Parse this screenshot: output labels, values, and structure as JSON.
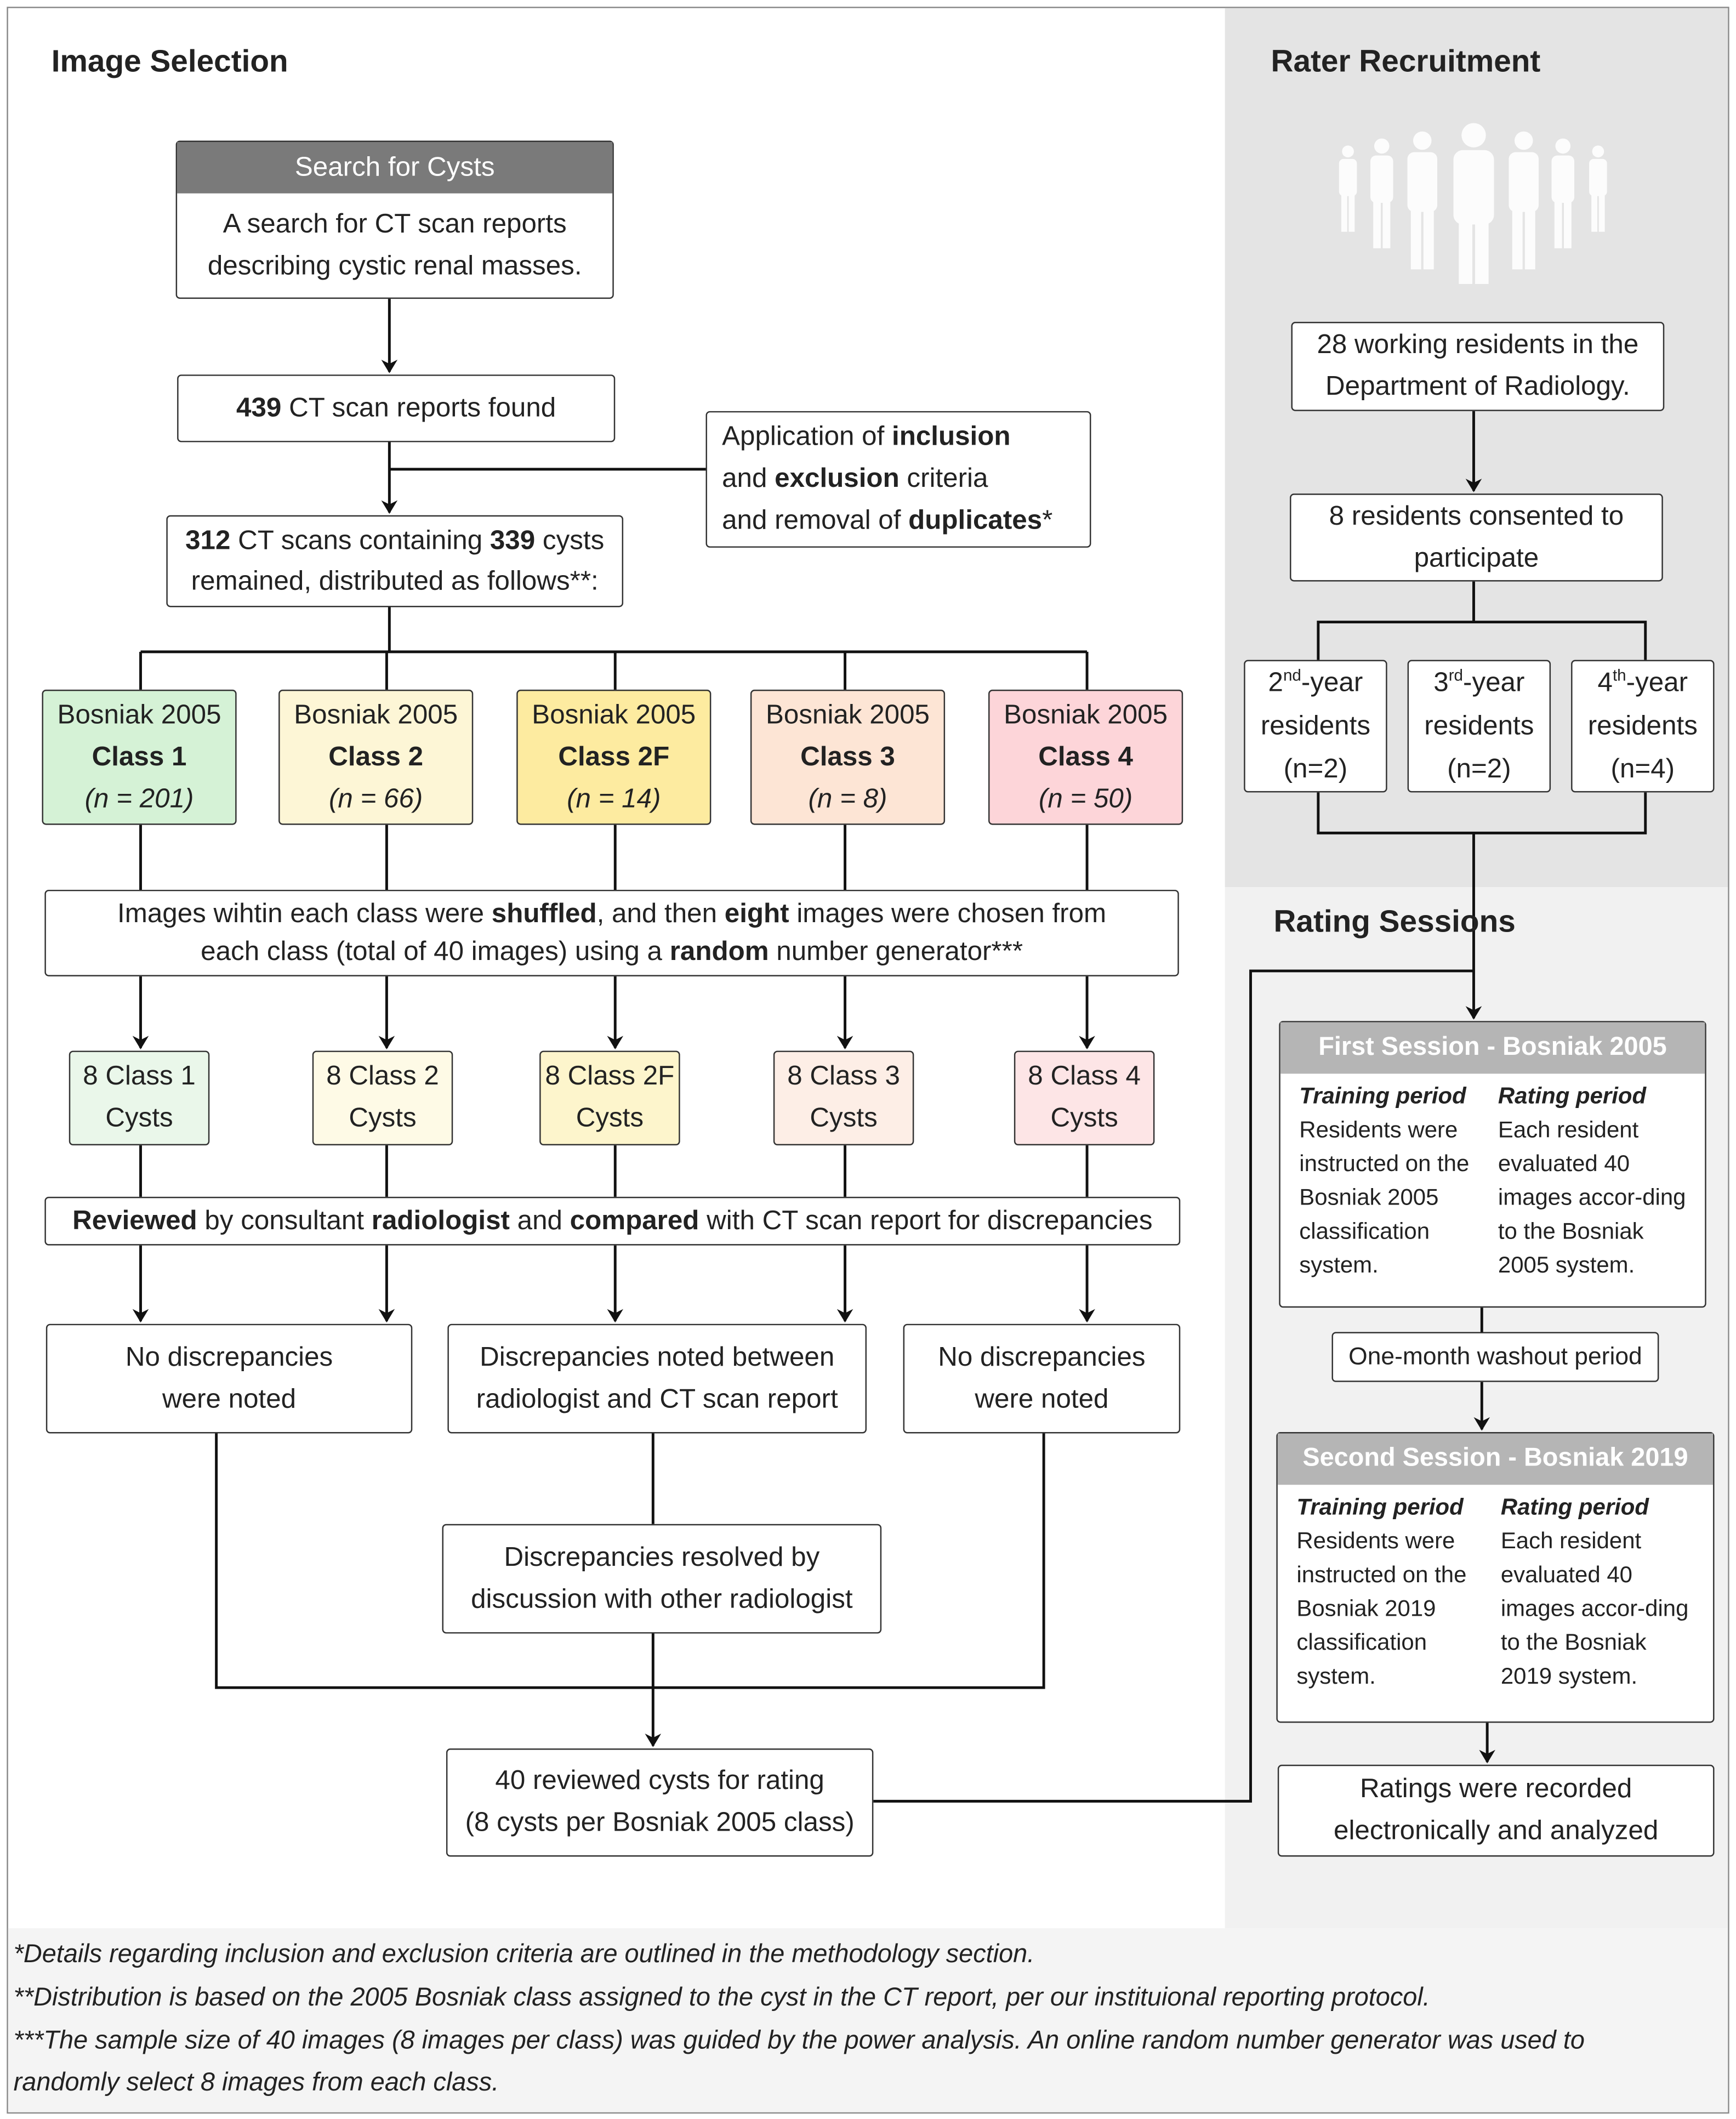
{
  "image_selection": {
    "title": "Image Selection",
    "search": {
      "header": "Search for Cysts",
      "text1": "A search for CT scan reports",
      "text2": "describing cystic renal masses."
    },
    "found": {
      "num": "439",
      "text": " CT scan reports found"
    },
    "criteria": {
      "l1a": "Application of ",
      "l1b": "inclusion",
      "l2a": "and ",
      "l2b": "exclusion",
      "l2c": " criteria",
      "l3a": "and removal of ",
      "l3b": "duplicates",
      "l3c": "*"
    },
    "remained": {
      "n1": "312",
      "t1": " CT scans containing ",
      "n2": "339",
      "t2": " cysts",
      "l2": "remained, distributed as follows**:"
    },
    "classes": [
      {
        "line1": "Bosniak 2005",
        "line2": "Class 1",
        "line3": "(n = 201)",
        "color": "#d5f2d6"
      },
      {
        "line1": "Bosniak 2005",
        "line2": "Class 2",
        "line3": "(n = 66)",
        "color": "#fdf6d6"
      },
      {
        "line1": "Bosniak 2005",
        "line2": "Class 2F",
        "line3": "(n = 14)",
        "color": "#fdeba0"
      },
      {
        "line1": "Bosniak 2005",
        "line2": "Class 3",
        "line3": "(n = 8)",
        "color": "#fde5d5"
      },
      {
        "line1": "Bosniak 2005",
        "line2": "Class 4",
        "line3": "(n = 50)",
        "color": "#fdd5d9"
      }
    ],
    "shuffle": {
      "a": "Images wihtin each class were ",
      "b": "shuffled",
      "c": ", and then ",
      "d": "eight",
      "e": " images were chosen from",
      "f": "each class (total of 40 images) using a ",
      "g": "random",
      "h": " number generator***"
    },
    "selected": [
      {
        "line1": "8 Class 1",
        "line2": "Cysts",
        "color": "#eaf7ea"
      },
      {
        "line1": "8 Class 2",
        "line2": "Cysts",
        "color": "#fefae6"
      },
      {
        "line1": "8 Class 2F",
        "line2": "Cysts",
        "color": "#fdf5cc"
      },
      {
        "line1": "8 Class 3",
        "line2": "Cysts",
        "color": "#fdeee6"
      },
      {
        "line1": "8 Class 4",
        "line2": "Cysts",
        "color": "#fde5e6"
      }
    ],
    "reviewed": {
      "a": "Reviewed",
      "b": " by consultant ",
      "c": "radiologist",
      "d": " and ",
      "e": "compared",
      "f": " with CT scan report for discrepancies"
    },
    "no_disc_left": {
      "l1": "No discrepancies",
      "l2": "were noted"
    },
    "disc": {
      "l1": "Discrepancies noted between",
      "l2": "radiologist and CT scan report"
    },
    "no_disc_right": {
      "l1": "No discrepancies",
      "l2": "were noted"
    },
    "resolved": {
      "l1": "Discrepancies resolved by",
      "l2": "discussion with other radiologist"
    },
    "final": {
      "l1": "40 reviewed cysts for rating",
      "l2": "(8 cysts per Bosniak 2005 class)"
    }
  },
  "rater_recruitment": {
    "title": "Rater Recruitment",
    "working": {
      "l1": "28 working residents in the",
      "l2": "Department of Radiology."
    },
    "consented": {
      "l1": "8 residents consented to",
      "l2": "participate"
    },
    "years": [
      {
        "num": "2",
        "sup": "nd",
        "rest": "-year",
        "l2": "residents",
        "l3": "(n=2)"
      },
      {
        "num": "3",
        "sup": "rd",
        "rest": "-year",
        "l2": "residents",
        "l3": "(n=2)"
      },
      {
        "num": "4",
        "sup": "th",
        "rest": "-year",
        "l2": "residents",
        "l3": "(n=4)"
      }
    ]
  },
  "rating_sessions": {
    "title": "Rating Sessions",
    "first": {
      "header": "First Session - Bosniak 2005",
      "training_title": "Training  period",
      "training": "Residents were instructed on the Bosniak 2005 classification system.",
      "rating_title": "Rating  period",
      "rating": "Each resident evaluated 40 images accor-ding to the Bosniak 2005 system."
    },
    "washout": "One-month washout period",
    "second": {
      "header": "Second Session - Bosniak 2019",
      "training_title": "Training  period",
      "training": "Residents were instructed on the Bosniak 2019 classification system.",
      "rating_title": "Rating  period",
      "rating": "Each resident evaluated 40 images accor-ding to the Bosniak 2019 system."
    },
    "recorded": {
      "l1": "Ratings were recorded",
      "l2": "electronically and analyzed"
    }
  },
  "footnotes": [
    "*Details regarding inclusion and exclusion criteria are outlined in the methodology section.",
    "**Distribution is based on the 2005 Bosniak class assigned to the cyst in the CT report, per our instituional reporting protocol.",
    "***The sample size of 40 images (8 images per class) was guided by the power analysis. An online random number generator was used to",
    "randomly select 8 images from each class."
  ]
}
